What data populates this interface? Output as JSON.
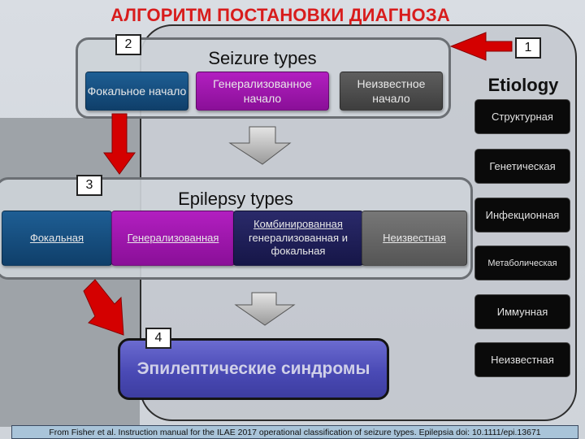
{
  "title": "АЛГОРИТМ ПОСТАНОВКИ ДИАГНОЗА",
  "steps": {
    "one": "1",
    "two": "2",
    "three": "3",
    "four": "4"
  },
  "seizure_types": {
    "title": "Seizure types",
    "focal": "Фокальное начало",
    "generalized": "Генерализованное начало",
    "unknown": "Неизвестное начало"
  },
  "epilepsy_types": {
    "title": "Epilepsy types",
    "focal": "Фокальная",
    "generalized": "Генерализованная",
    "combined_main": "Комбинированная",
    "combined_rest": "генерализованная и фокальная",
    "unknown": "Неизвестная"
  },
  "etiology": {
    "title": "Etiology",
    "items": [
      "Структурная",
      "Генетическая",
      "Инфекционная",
      "Метаболическая",
      "Иммунная",
      "Неизвестная"
    ]
  },
  "syndromes": "Эпилептические синдромы",
  "footer": "From Fisher et al. Instruction manual for the ILAE 2017 operational classification of seizure types. Epilepsia doi: 10.1111/epi.13671",
  "colors": {
    "title_red": "#d81c1c",
    "arrow_red": "#d40000",
    "focal_blue": "#1e5e94",
    "generalized_purple": "#b21fc0",
    "combined_navy": "#2a2a6a",
    "unknown_grey": "#5e5e5e",
    "syndromes_violet": "#5a5ac4",
    "etiology_black": "#0a0a0a"
  }
}
